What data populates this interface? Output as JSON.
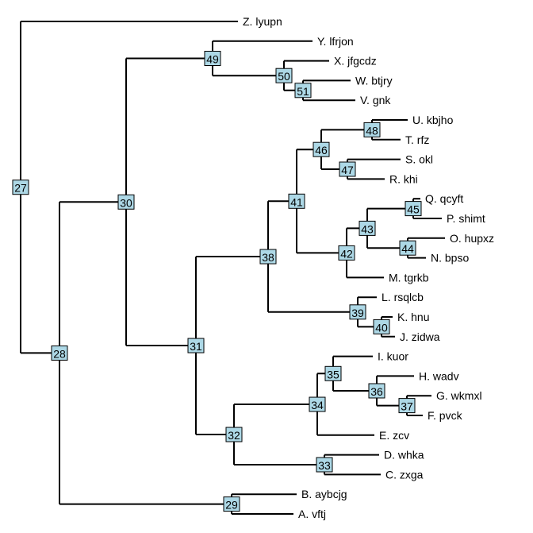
{
  "tree": {
    "leaves": [
      {
        "id": "Z",
        "label": "Z. lyupn"
      },
      {
        "id": "Y",
        "label": "Y. lfrjon"
      },
      {
        "id": "X",
        "label": "X. jfgcdz"
      },
      {
        "id": "W",
        "label": "W. btjry"
      },
      {
        "id": "V",
        "label": "V. gnk"
      },
      {
        "id": "U",
        "label": "U. kbjho"
      },
      {
        "id": "T",
        "label": "T. rfz"
      },
      {
        "id": "S",
        "label": "S. okl"
      },
      {
        "id": "R",
        "label": "R. khi"
      },
      {
        "id": "Q",
        "label": "Q. qcyft"
      },
      {
        "id": "P",
        "label": "P. shimt"
      },
      {
        "id": "O",
        "label": "O. hupxz"
      },
      {
        "id": "N",
        "label": "N. bpso"
      },
      {
        "id": "M",
        "label": "M. tgrkb"
      },
      {
        "id": "L",
        "label": "L. rsqlcb"
      },
      {
        "id": "K",
        "label": "K. hnu"
      },
      {
        "id": "J",
        "label": "J. zidwa"
      },
      {
        "id": "I",
        "label": "I. kuor"
      },
      {
        "id": "H",
        "label": "H. wadv"
      },
      {
        "id": "G",
        "label": "G. wkmxl"
      },
      {
        "id": "F",
        "label": "F. pvck"
      },
      {
        "id": "E",
        "label": "E. zcv"
      },
      {
        "id": "D",
        "label": "D. whka"
      },
      {
        "id": "C",
        "label": "C. zxga"
      },
      {
        "id": "B",
        "label": "B. aybcjg"
      },
      {
        "id": "A",
        "label": "A. vftj"
      }
    ],
    "nodes": [
      {
        "id": "n27",
        "label": "27",
        "children": [
          "Z",
          "n28"
        ]
      },
      {
        "id": "n28",
        "label": "28",
        "children": [
          "n30",
          "n29"
        ]
      },
      {
        "id": "n29",
        "label": "29",
        "children": [
          "B",
          "A"
        ]
      },
      {
        "id": "n30",
        "label": "30",
        "children": [
          "n49",
          "n31"
        ]
      },
      {
        "id": "n31",
        "label": "31",
        "children": [
          "n38",
          "n32"
        ]
      },
      {
        "id": "n32",
        "label": "32",
        "children": [
          "n34",
          "n33"
        ]
      },
      {
        "id": "n33",
        "label": "33",
        "children": [
          "D",
          "C"
        ]
      },
      {
        "id": "n34",
        "label": "34",
        "children": [
          "n35",
          "E"
        ]
      },
      {
        "id": "n35",
        "label": "35",
        "children": [
          "I",
          "n36"
        ]
      },
      {
        "id": "n36",
        "label": "36",
        "children": [
          "H",
          "n37"
        ]
      },
      {
        "id": "n37",
        "label": "37",
        "children": [
          "G",
          "F"
        ]
      },
      {
        "id": "n38",
        "label": "38",
        "children": [
          "n41",
          "n39"
        ]
      },
      {
        "id": "n39",
        "label": "39",
        "children": [
          "L",
          "n40"
        ]
      },
      {
        "id": "n40",
        "label": "40",
        "children": [
          "K",
          "J"
        ]
      },
      {
        "id": "n41",
        "label": "41",
        "children": [
          "n46",
          "n42"
        ]
      },
      {
        "id": "n42",
        "label": "42",
        "children": [
          "n43",
          "M"
        ]
      },
      {
        "id": "n43",
        "label": "43",
        "children": [
          "n45",
          "n44"
        ]
      },
      {
        "id": "n44",
        "label": "44",
        "children": [
          "O",
          "N"
        ]
      },
      {
        "id": "n45",
        "label": "45",
        "children": [
          "Q",
          "P"
        ]
      },
      {
        "id": "n46",
        "label": "46",
        "children": [
          "n48",
          "n47"
        ]
      },
      {
        "id": "n47",
        "label": "47",
        "children": [
          "S",
          "R"
        ]
      },
      {
        "id": "n48",
        "label": "48",
        "children": [
          "U",
          "T"
        ]
      },
      {
        "id": "n49",
        "label": "49",
        "children": [
          "Y",
          "n50"
        ]
      },
      {
        "id": "n50",
        "label": "50",
        "children": [
          "X",
          "n51"
        ]
      },
      {
        "id": "n51",
        "label": "51",
        "children": [
          "W",
          "V"
        ]
      }
    ]
  }
}
